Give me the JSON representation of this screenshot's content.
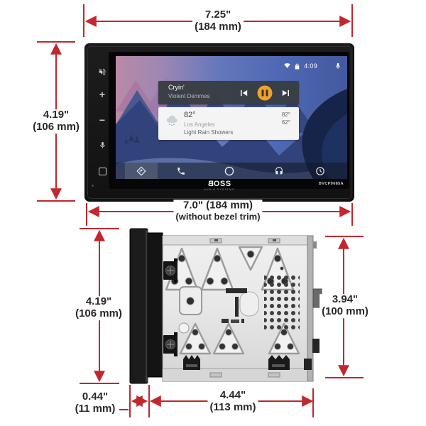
{
  "dimensions": {
    "overall_width": {
      "inches": "7.25\"",
      "mm": "(184 mm)"
    },
    "overall_height": {
      "inches": "4.19\"",
      "mm": "(106 mm)"
    },
    "width_no_bezel": {
      "line1": "7.0\" (184 mm)",
      "line2": "(without bezel trim)"
    },
    "chassis_front_height": {
      "inches": "4.19\"",
      "mm": "(106 mm)"
    },
    "chassis_body_height": {
      "inches": "3.94\"",
      "mm": "(100 mm)"
    },
    "faceplate_depth": {
      "inches": "0.44\"",
      "mm": "(11 mm)"
    },
    "chassis_depth": {
      "inches": "4.44\"",
      "mm": "(113 mm)"
    }
  },
  "head_unit": {
    "branding": {
      "logo_b": "B",
      "logo_rest": "OSS",
      "sub": "AUDIO SYSTEMS",
      "model": "BVCP9685A"
    },
    "side_buttons": [
      {
        "icon": "mute-speaker"
      },
      {
        "label": "+"
      },
      {
        "label": "−"
      },
      {
        "icon": "microphone"
      },
      {
        "icon": "home-square"
      }
    ],
    "screen": {
      "status_bar": {
        "time": "4:09",
        "icons": [
          "wifi",
          "lock",
          "microphone"
        ]
      },
      "media_card": {
        "title": "Cryin'",
        "artist": "Violent Demmes",
        "controls": [
          "previous",
          "pause",
          "next"
        ]
      },
      "weather_card": {
        "temp": "82°",
        "city": "Los Angeles",
        "condition": "Light Rain Showers",
        "high": "82°",
        "low": "62°",
        "icon": "light-rain-cloud"
      },
      "nav_icons": [
        "navigation",
        "phone",
        "home",
        "headphones",
        "clock"
      ]
    }
  },
  "colors": {
    "dimension_red": "#c1272d",
    "pause_orange": "#f0a22e",
    "screen_sky_blue": "#4c66b2",
    "card_dark": "#383d42",
    "card_light": "#f4f4f4"
  }
}
